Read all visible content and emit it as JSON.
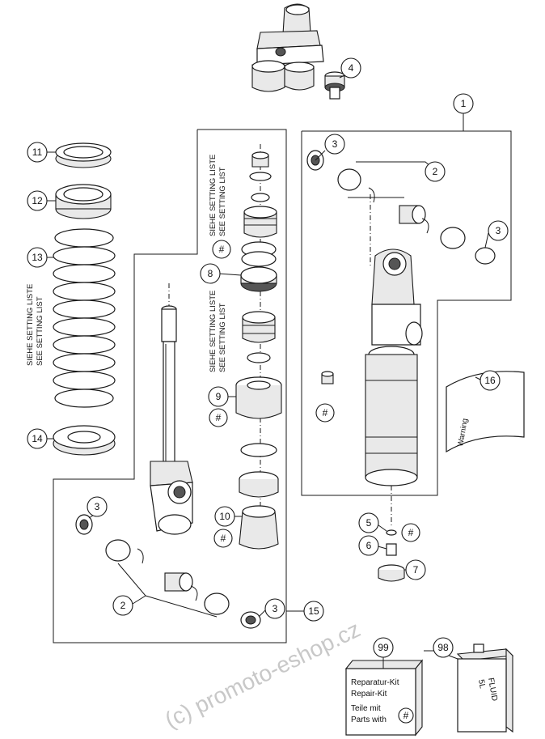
{
  "callouts": {
    "c1": "1",
    "c2a": "2",
    "c2b": "2",
    "c3a": "3",
    "c3b": "3",
    "c3c": "3",
    "c3d": "3",
    "c4": "4",
    "c5": "5",
    "c6": "6",
    "c7": "7",
    "c8": "8",
    "c9": "9",
    "c10": "10",
    "c11": "11",
    "c12": "12",
    "c13": "13",
    "c14": "14",
    "c15": "15",
    "c16": "16",
    "c98": "98",
    "c99": "99",
    "hash": "#"
  },
  "setting_list": {
    "line1": "SIEHE SETTING LISTE",
    "line2": "SEE SETTING LIST"
  },
  "repair_kit": {
    "line1": "Reparatur-Kit",
    "line2": "Repair-Kit",
    "line3": "Teile mit",
    "line4": "Parts with"
  },
  "fluid": {
    "line1": "FLUID",
    "line2": "5L"
  },
  "warning_label": "Warning",
  "watermark": "(c) promoto-eshop.cz"
}
